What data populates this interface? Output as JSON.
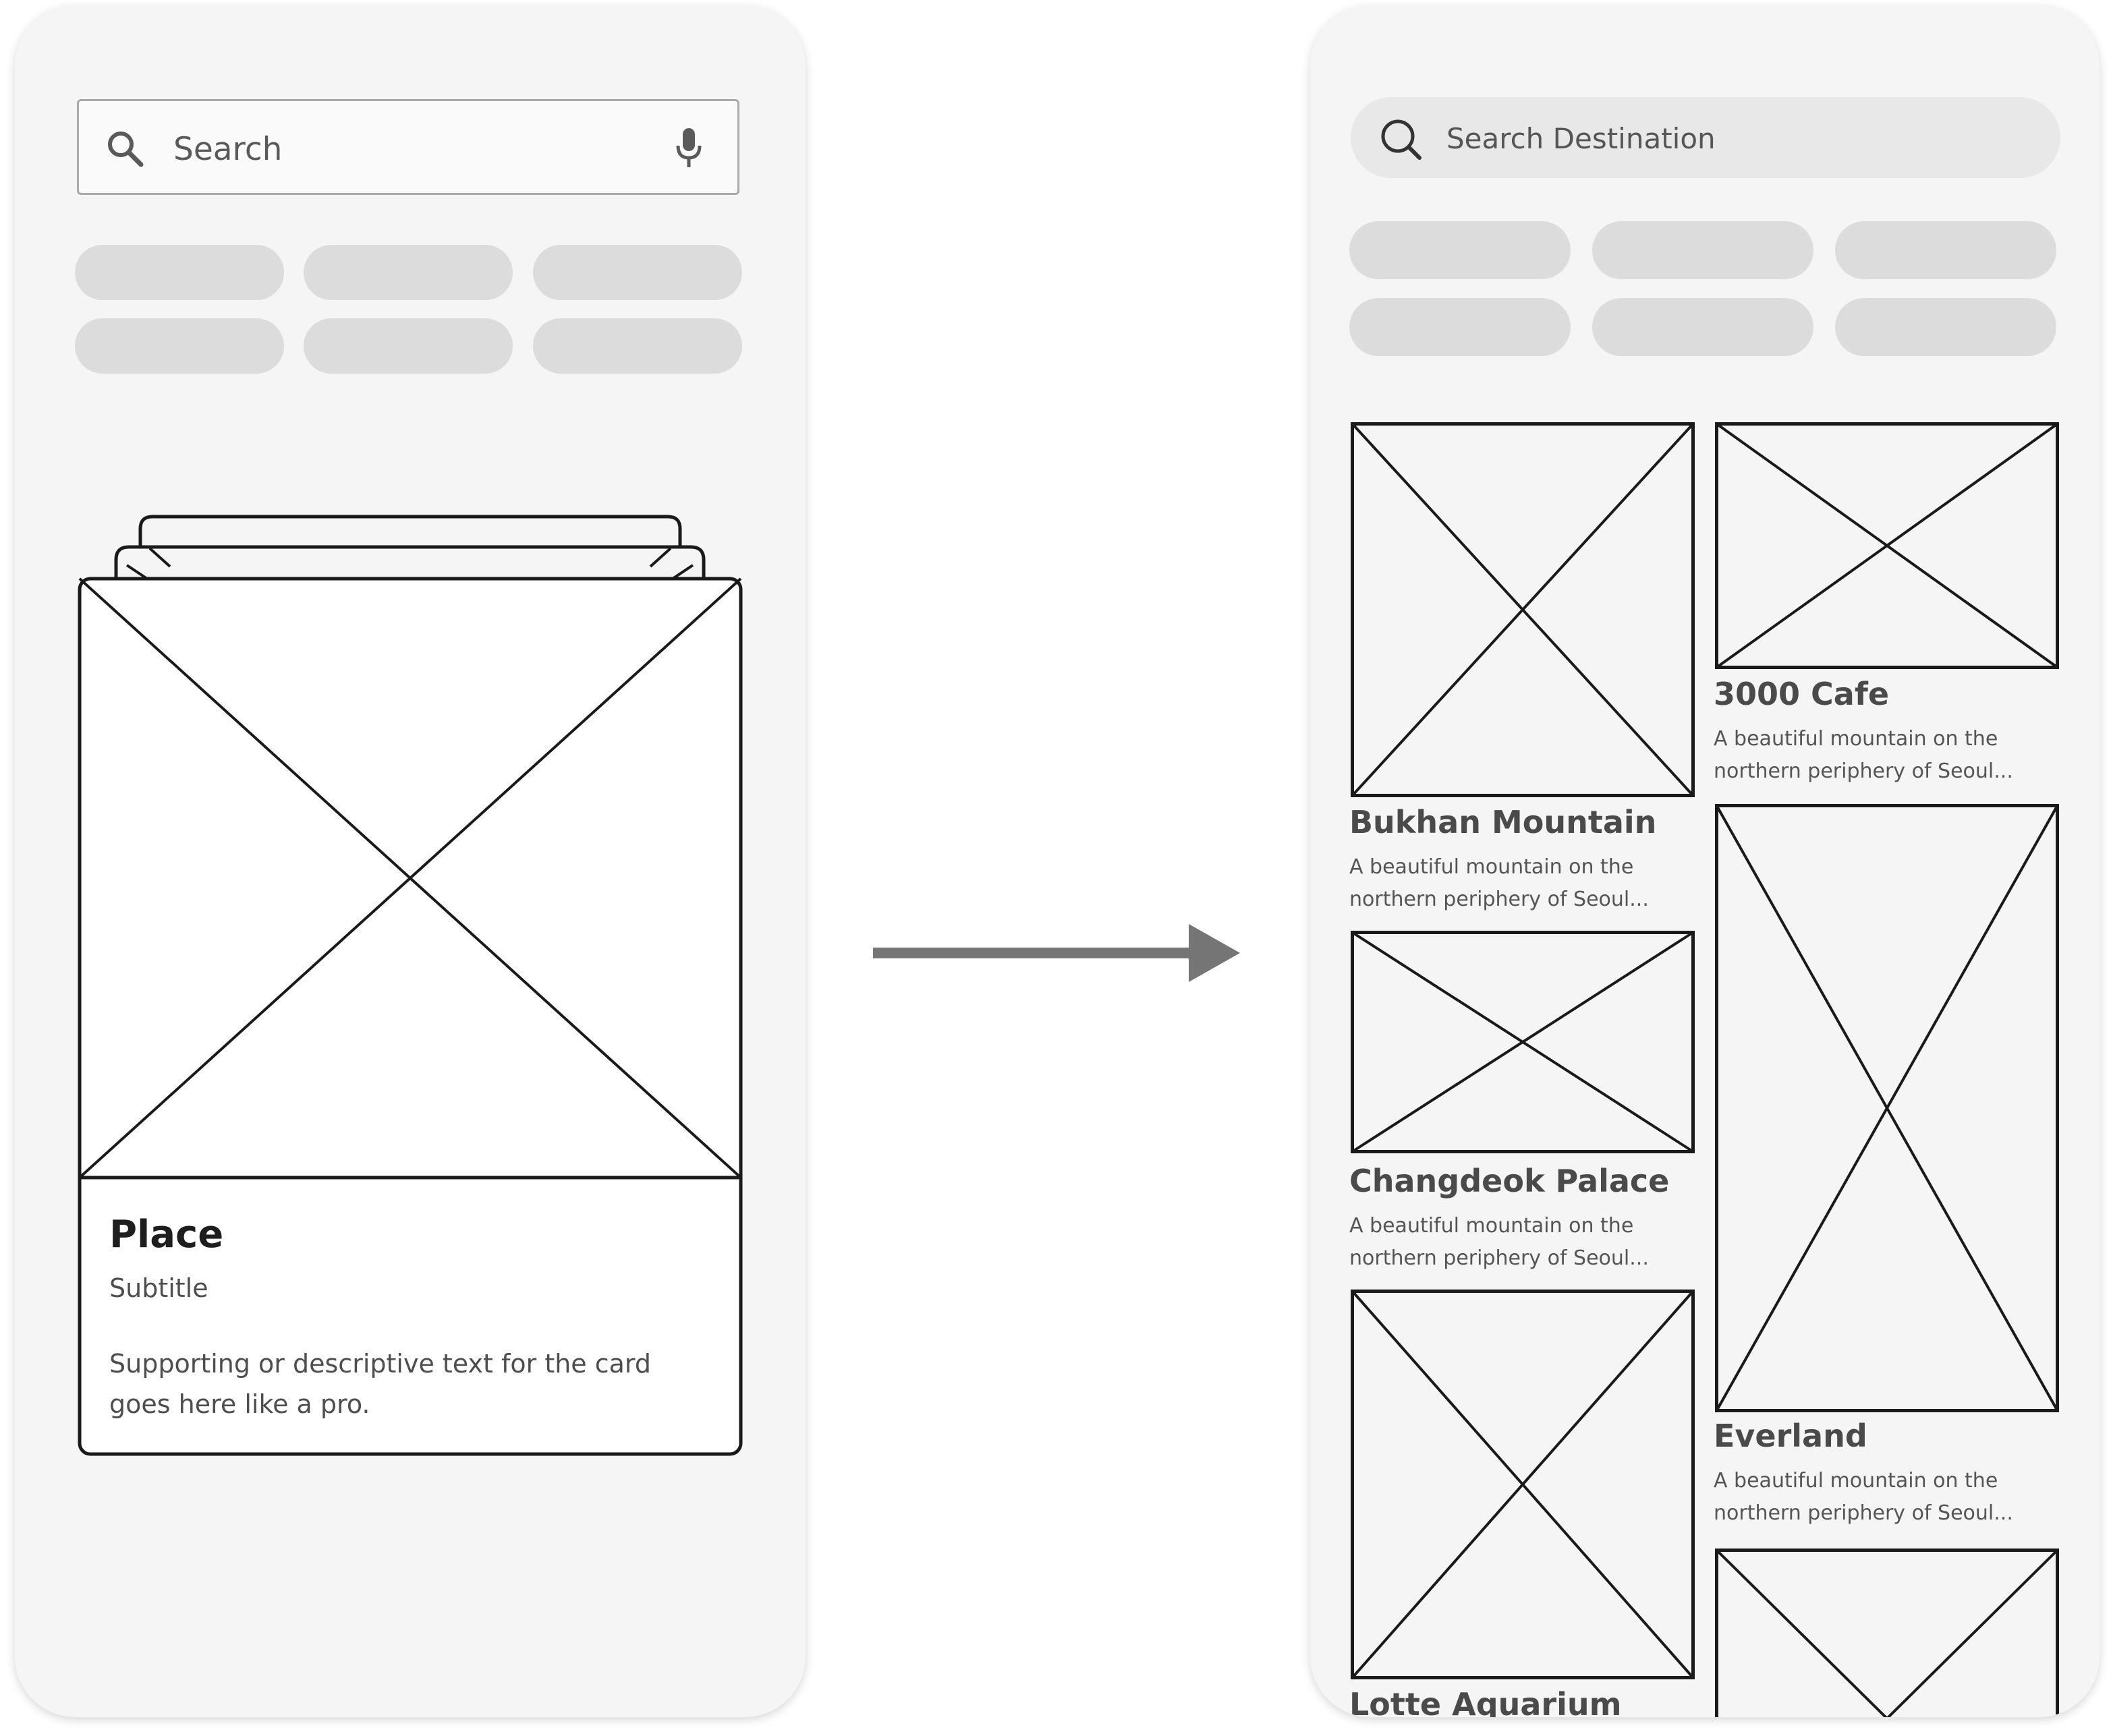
{
  "left_screen": {
    "search": {
      "placeholder": "Search",
      "icons": [
        "search-icon",
        "microphone-icon"
      ]
    },
    "filter_chips": [
      {
        "label": ""
      },
      {
        "label": ""
      },
      {
        "label": ""
      },
      {
        "label": ""
      },
      {
        "label": ""
      },
      {
        "label": ""
      }
    ],
    "card": {
      "image_icon": "image-placeholder-icon",
      "title": "Place",
      "subtitle": "Subtitle",
      "body_line1": "Supporting or descriptive text for the card",
      "body_line2": "goes here like a pro."
    }
  },
  "transition": {
    "icon": "arrow-right-icon",
    "color": "#757575"
  },
  "right_screen": {
    "search": {
      "placeholder": "Search Destination",
      "icon": "search-icon"
    },
    "filter_chips": [
      {
        "label": ""
      },
      {
        "label": ""
      },
      {
        "label": ""
      },
      {
        "label": ""
      },
      {
        "label": ""
      },
      {
        "label": ""
      }
    ],
    "places": [
      {
        "name": "Bukhan Mountain",
        "desc_line1": "A beautiful mountain on the",
        "desc_line2": "northern periphery of Seoul..."
      },
      {
        "name": "3000 Cafe",
        "desc_line1": "A beautiful mountain on the",
        "desc_line2": "northern periphery of Seoul..."
      },
      {
        "name": "Changdeok Palace",
        "desc_line1": "A beautiful mountain on the",
        "desc_line2": "northern periphery of Seoul..."
      },
      {
        "name": "Everland",
        "desc_line1": "A beautiful mountain on the",
        "desc_line2": "northern periphery of Seoul..."
      },
      {
        "name": "Lotte Aquarium"
      },
      {
        "name": ""
      }
    ]
  },
  "colors": {
    "phone_background": "#f5f5f5",
    "chip": "#dcdcdc",
    "outline": "#1a1a1a",
    "search_pill": "#e8e8e8"
  }
}
